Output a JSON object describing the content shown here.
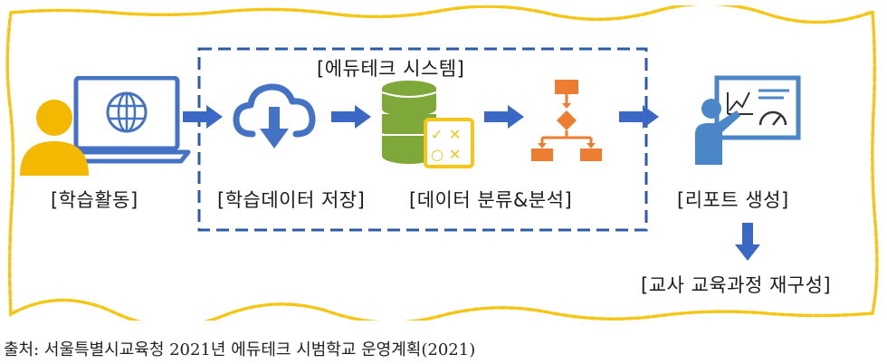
{
  "system_title": "[에듀테크 시스템]",
  "steps": [
    {
      "label": "[학습활동]"
    },
    {
      "label": "[학습데이터 저장]"
    },
    {
      "label": "[데이터 분류&분석]"
    },
    {
      "label": "[리포트 생성]"
    }
  ],
  "result_label": "[교사 교육과정 재구성]",
  "caption": "출처: 서울특별시교육청 2021년 에듀테크 시범학교 운영계획(2021)",
  "colors": {
    "border_yellow": "#F5C518",
    "system_dash": "#2E5BA8",
    "arrow_blue": "#3A68C4",
    "person": "#F5B800",
    "laptop": "#4472C4",
    "cloud": "#4472C4",
    "database": "#7EA83A",
    "checklist": "#F5C518",
    "flowchart": "#ED7D31",
    "presenter": "#4A86C8"
  }
}
